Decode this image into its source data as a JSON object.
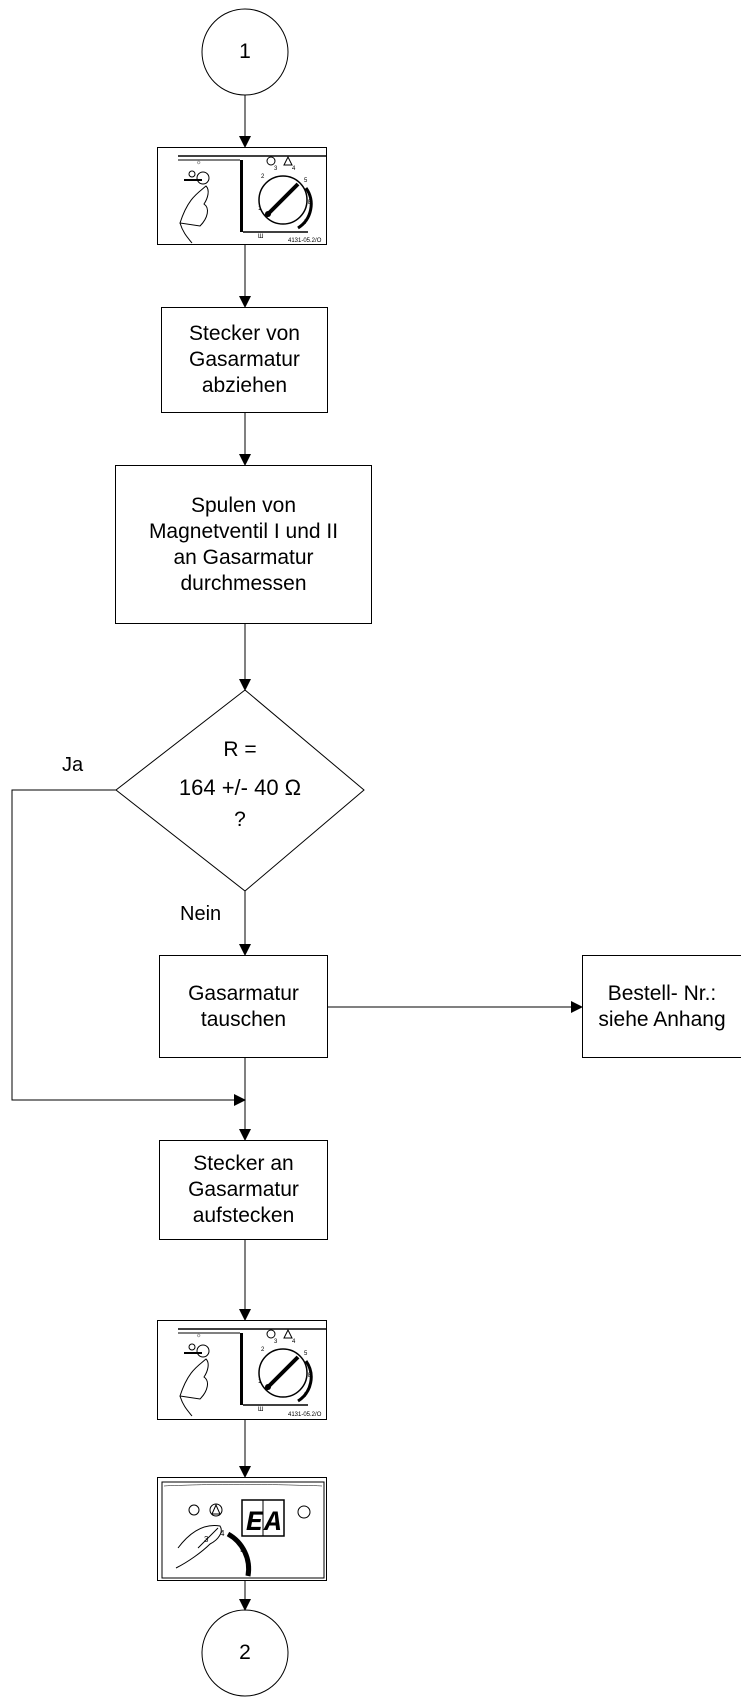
{
  "connectors": {
    "start": "1",
    "end": "2"
  },
  "steps": {
    "unplug": "Stecker von\nGasarmatur\nabziehen",
    "measure": "Spulen von\nMagnetventil I und II\nan Gasarmatur\ndurchmessen",
    "replace": "Gasarmatur\ntauschen",
    "order": "Bestell- Nr.:\nsiehe Anhang",
    "plug_in": "Stecker an\nGasarmatur\naufstecken"
  },
  "decision": {
    "line1": "R =",
    "line2": "164 +/- 40 Ω",
    "line3": "?"
  },
  "labels": {
    "yes": "Ja",
    "no": "Nein"
  },
  "illustrations": {
    "switch_code": "4131-05.2/O",
    "display_code": "EA"
  }
}
